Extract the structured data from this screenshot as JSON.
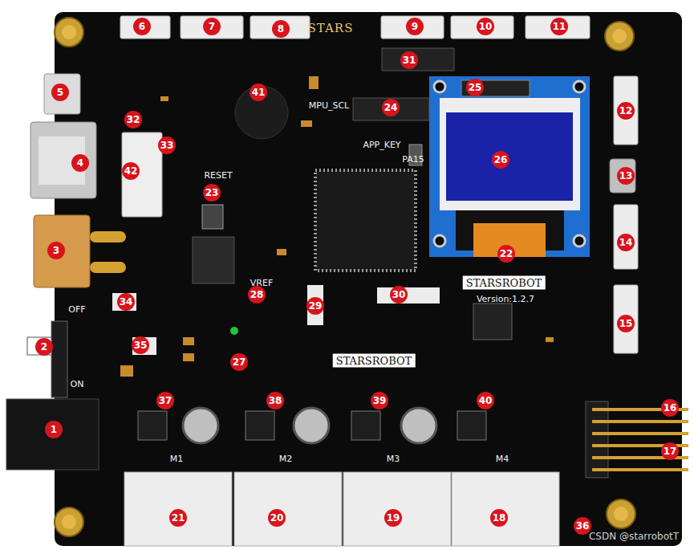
{
  "diagram": {
    "labels": [
      "1",
      "2",
      "3",
      "4",
      "5",
      "6",
      "7",
      "8",
      "9",
      "10",
      "11",
      "12",
      "13",
      "14",
      "15",
      "16",
      "17",
      "18",
      "19",
      "20",
      "21",
      "22",
      "23",
      "24",
      "25",
      "26",
      "27",
      "28",
      "29",
      "30",
      "31",
      "32",
      "33",
      "34",
      "35",
      "36",
      "37",
      "38",
      "39",
      "40",
      "41",
      "42",
      "STARS",
      "RESET",
      "APP_KEY",
      "PA15",
      "STARSROBOT",
      "Version:1.2.7",
      "STARSROBOT",
      "M1",
      "M2",
      "M3",
      "M4",
      "OFF",
      "ON",
      "MPU_SCL",
      "VREF",
      "CSDN @starrobotT"
    ]
  }
}
